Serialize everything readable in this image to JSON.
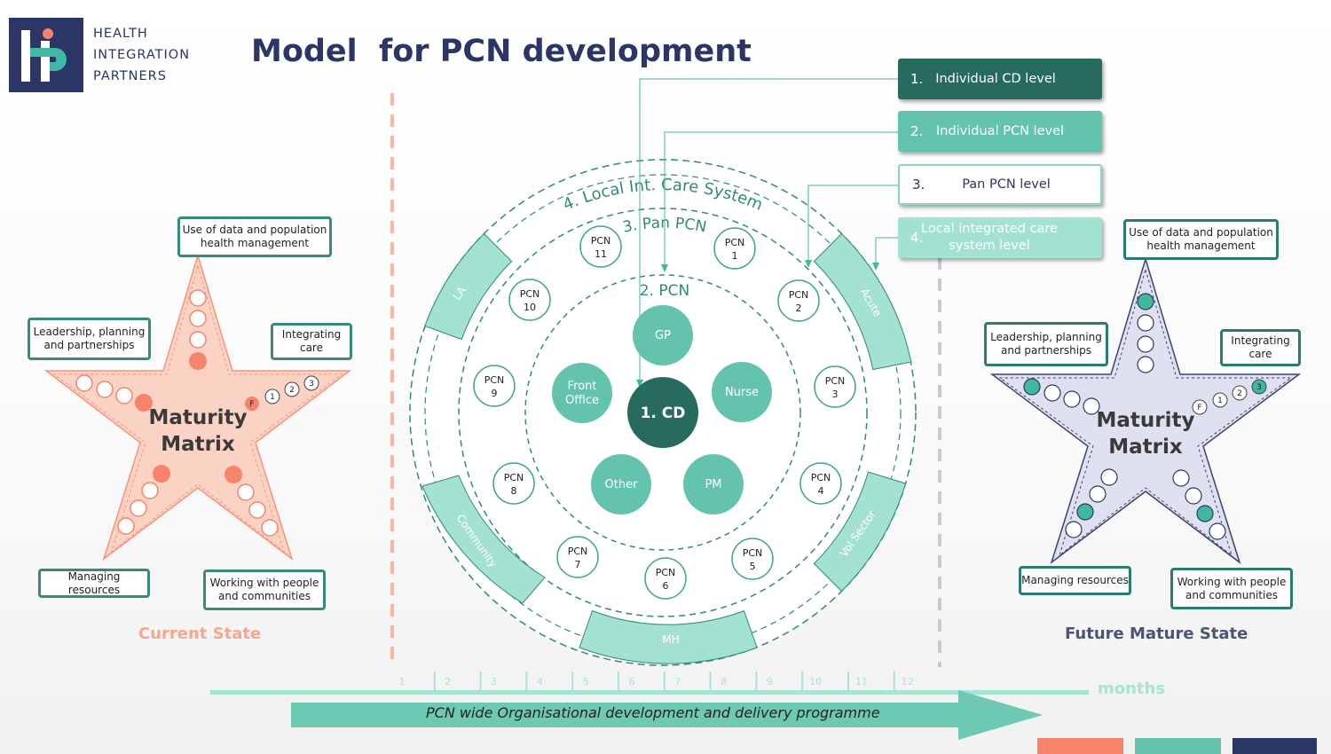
{
  "header": {
    "org_lines": [
      "HEALTH",
      "INTEGRATION",
      "PARTNERS"
    ],
    "title": "Model  for PCN development"
  },
  "levels": [
    {
      "num": "1.",
      "label": "Individual CD level"
    },
    {
      "num": "2.",
      "label": "Individual PCN level"
    },
    {
      "num": "3.",
      "label": "Pan PCN level"
    },
    {
      "num": "4.",
      "label": "Local integrated care system level"
    }
  ],
  "current_state": {
    "label": "Current State",
    "center": "Maturity Matrix",
    "boxes": {
      "data": "Use of data and population health management",
      "leadership": "Leadership, planning and partnerships",
      "integrating": "Integrating care",
      "resources": "Managing resources",
      "people": "Working with people and communities"
    },
    "markers": [
      "F",
      "1",
      "2",
      "3"
    ]
  },
  "future_state": {
    "label": "Future Mature State",
    "center": "Maturity Matrix",
    "boxes": {
      "data": "Use of data and population health management",
      "leadership": "Leadership, planning and partnerships",
      "integrating": "Integrating care",
      "resources": "Managing resources",
      "people": "Working with people and communities"
    },
    "markers": [
      "F",
      "1",
      "2",
      "3"
    ]
  },
  "ring_labels": {
    "ics": "4. Local Int. Care System",
    "pan": "3. Pan PCN",
    "pcn": "2. PCN"
  },
  "sectors": [
    "LA",
    "Acute",
    "Vol Sector",
    "MH",
    "Community"
  ],
  "core": {
    "center": "1. CD",
    "gp": "GP",
    "nurse": "Nurse",
    "pm": "PM",
    "other": "Other",
    "front_office": "Front Office"
  },
  "pcns": [
    {
      "l1": "PCN",
      "l2": "1"
    },
    {
      "l1": "PCN",
      "l2": "2"
    },
    {
      "l1": "PCN",
      "l2": "3"
    },
    {
      "l1": "PCN",
      "l2": "4"
    },
    {
      "l1": "PCN",
      "l2": "5"
    },
    {
      "l1": "PCN",
      "l2": "6"
    },
    {
      "l1": "PCN",
      "l2": "7"
    },
    {
      "l1": "PCN",
      "l2": "8"
    },
    {
      "l1": "PCN",
      "l2": "9"
    },
    {
      "l1": "PCN",
      "l2": "10"
    },
    {
      "l1": "PCN",
      "l2": "11"
    }
  ],
  "timeline": {
    "months": [
      "1",
      "2",
      "3",
      "4",
      "5",
      "6",
      "7",
      "8",
      "9",
      "10",
      "11",
      "12"
    ],
    "unit": "months",
    "programme": "PCN wide Organisational development and delivery programme"
  },
  "colors": {
    "navy": "#2b3566",
    "teal_dark": "#276b5e",
    "teal": "#63c3ac",
    "teal_light": "#a3e1d3",
    "salmon": "#f6846a",
    "star_salmon": "#fbd3c5",
    "star_lavender": "#dfe1f0"
  }
}
